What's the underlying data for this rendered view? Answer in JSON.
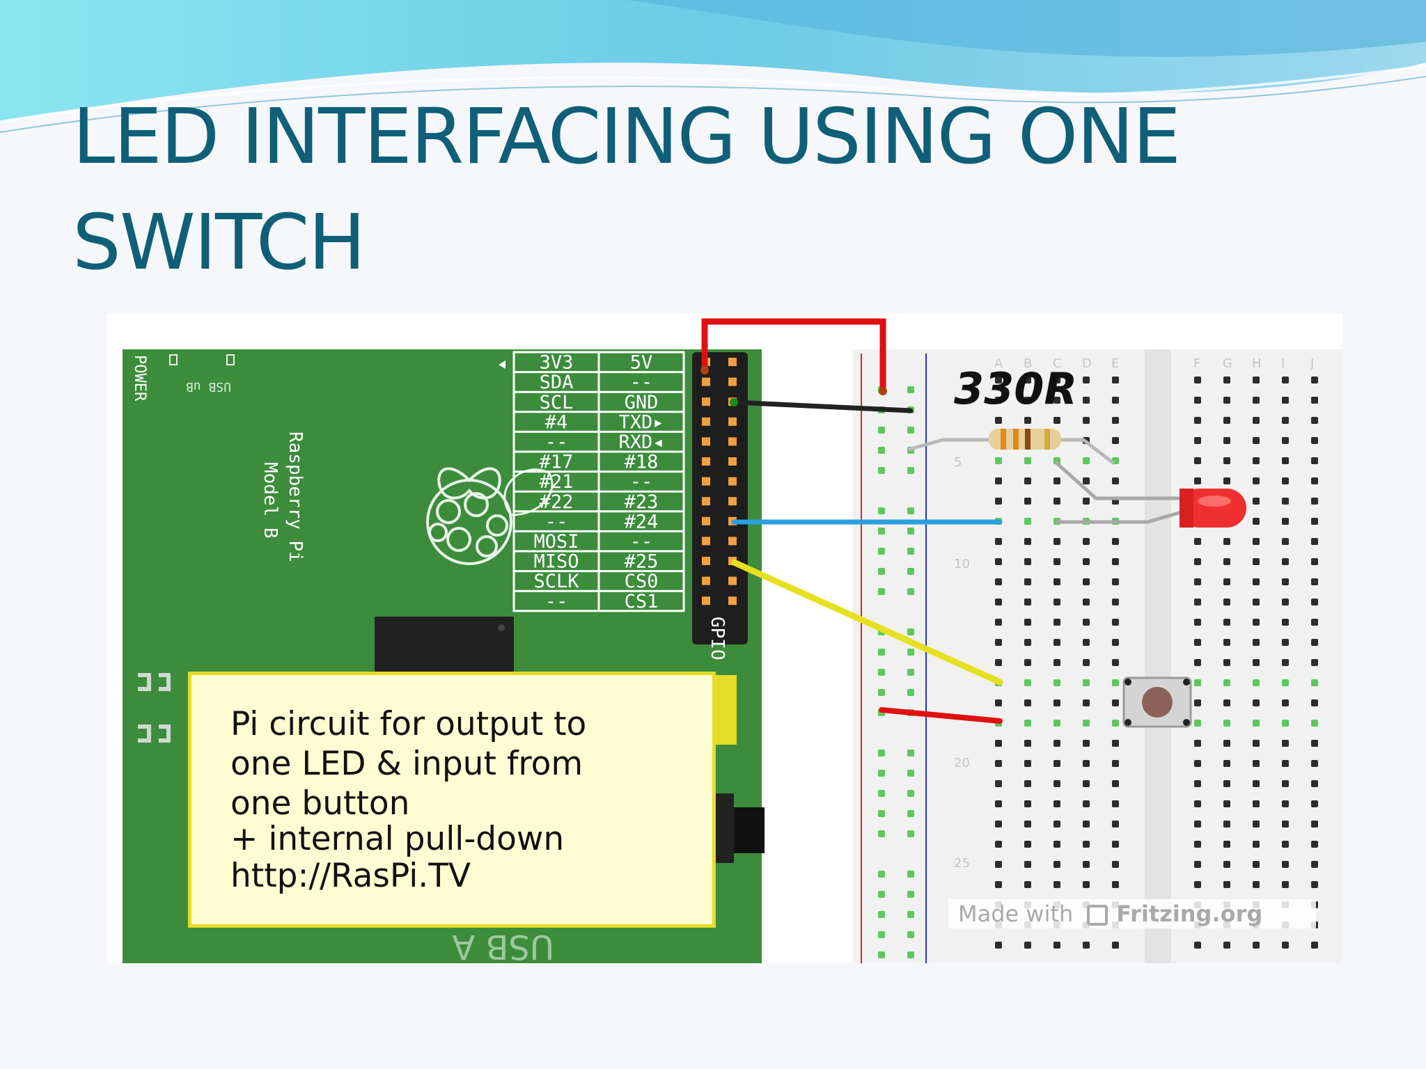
{
  "slide": {
    "title_line1": "LED INTERFACING USING ONE",
    "title_line2": "SWITCH"
  },
  "board": {
    "power_label": "POWER",
    "usb_micro_label": "USB uB",
    "name_line1": "Raspberry Pi",
    "name_line2": "Model B",
    "gpio_label": "GPIO",
    "usb_a_label": "USB A",
    "pin_table": [
      [
        "3V3",
        "5V"
      ],
      [
        "SDA",
        "--"
      ],
      [
        "SCL",
        "GND"
      ],
      [
        "#4",
        "TXD▸"
      ],
      [
        "--",
        "RXD◂"
      ],
      [
        "#17",
        "#18"
      ],
      [
        "#21",
        "--"
      ],
      [
        "#22",
        "#23"
      ],
      [
        "--",
        "#24"
      ],
      [
        "MOSI",
        "--"
      ],
      [
        "MISO",
        "#25"
      ],
      [
        "SCLK",
        "CS0"
      ],
      [
        "--",
        "CS1"
      ]
    ]
  },
  "breadboard": {
    "resistor_label": "330R",
    "col_letters_left": [
      "A",
      "B",
      "C",
      "D",
      "E"
    ],
    "col_letters_right": [
      "F",
      "G",
      "H",
      "I",
      "J"
    ],
    "row_numbers": [
      "5",
      "10",
      "20",
      "25"
    ],
    "credit_made_with": "Made with",
    "credit_brand": "Fritzing.org"
  },
  "note": {
    "line1": "Pi circuit for output to",
    "line2": "one LED & input from",
    "line3": "one button",
    "line4": "+ internal pull-down",
    "line5": "http://RasPi.TV"
  },
  "colors": {
    "title": "#0f5f78",
    "pcb": "#3c8c3c",
    "wire_power": "#e01010",
    "wire_ground": "#222222",
    "wire_led": "#2aa0e0",
    "wire_button": "#e6e020",
    "led": "#f03030",
    "note_bg": "#fdfcd2",
    "note_border": "#e6dc2a"
  }
}
